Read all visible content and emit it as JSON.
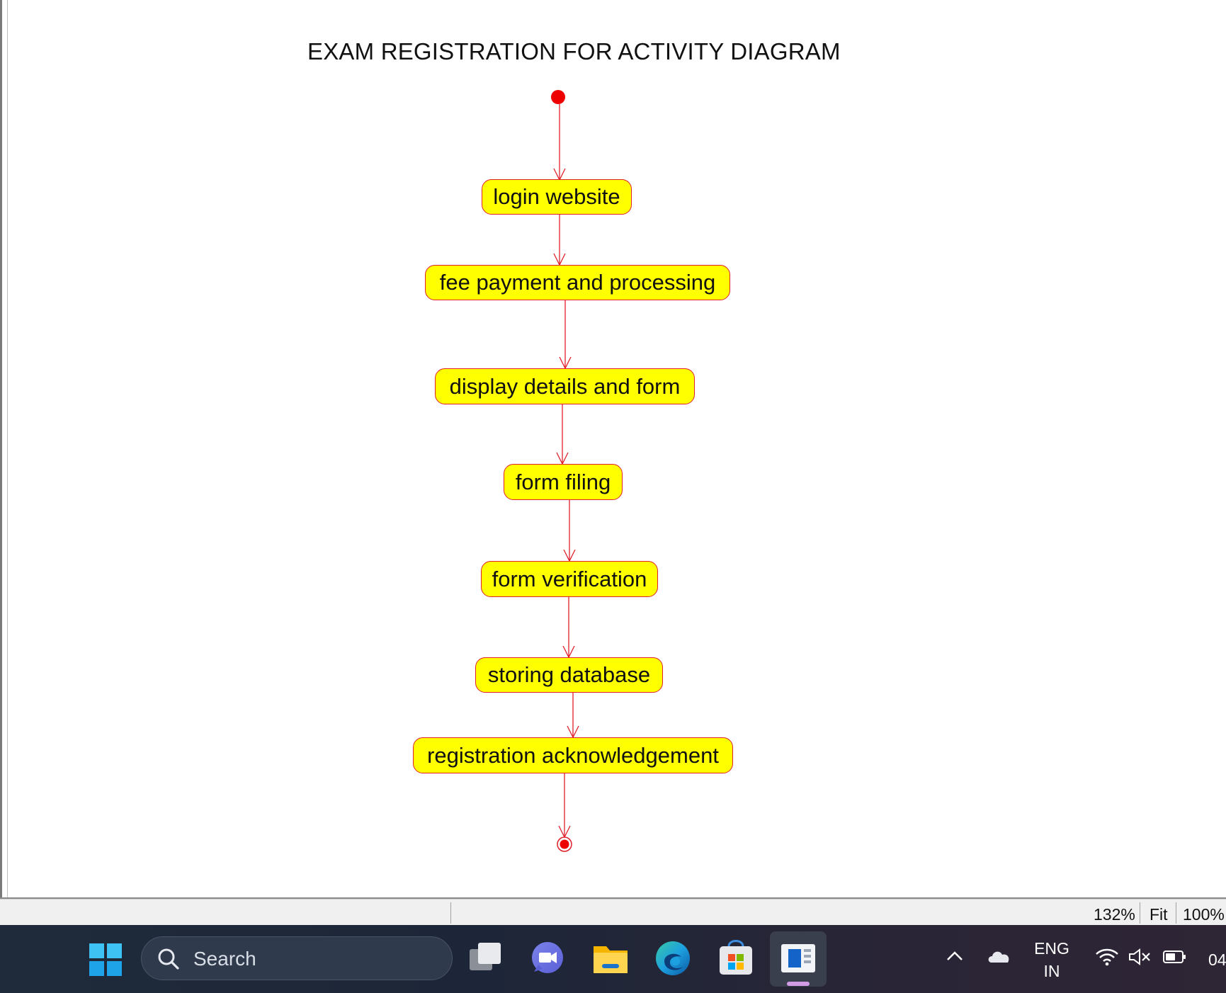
{
  "diagram": {
    "title": "EXAM REGISTRATION FOR ACTIVITY DIAGRAM",
    "activities": [
      "login website",
      "fee payment and processing",
      "display details and form",
      "form filing",
      "form verification",
      "storing database",
      "registration acknowledgement"
    ],
    "colors": {
      "node_fill": "#ffff00",
      "node_border": "#e0202a",
      "arrow": "#e0202a",
      "start_node": "#ee0000"
    }
  },
  "statusbar": {
    "zoom": "132%",
    "fit_label": "Fit",
    "actual_label": "100%"
  },
  "taskbar": {
    "start_icon": "windows-logo-icon",
    "search_placeholder": "Search",
    "apps": [
      "task-view-icon",
      "meet-chat-icon",
      "file-explorer-icon",
      "edge-browser-icon",
      "microsoft-store-icon",
      "active-app-icon"
    ],
    "tray": {
      "language_line1": "ENG",
      "language_line2": "IN",
      "clock_partial": "04"
    }
  }
}
